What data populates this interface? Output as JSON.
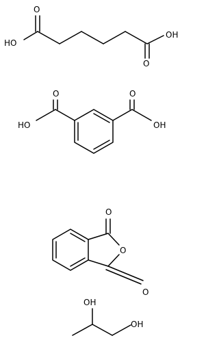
{
  "molecules": [
    {
      "labels": {
        "ho_left": "HO",
        "o_top": "O",
        "o_bottom": "O",
        "oh_right": "OH"
      }
    },
    {
      "labels": {
        "o_left": "O",
        "o_right": "O",
        "ho_left": "HO",
        "oh_right": "OH"
      }
    },
    {
      "labels": {
        "o_top": "O",
        "o_ring": "O",
        "o_bottom": "O"
      }
    },
    {
      "labels": {
        "oh_top": "OH",
        "oh_right": "OH"
      }
    }
  ],
  "colors": {
    "bond": "#000000",
    "background": "#ffffff"
  }
}
